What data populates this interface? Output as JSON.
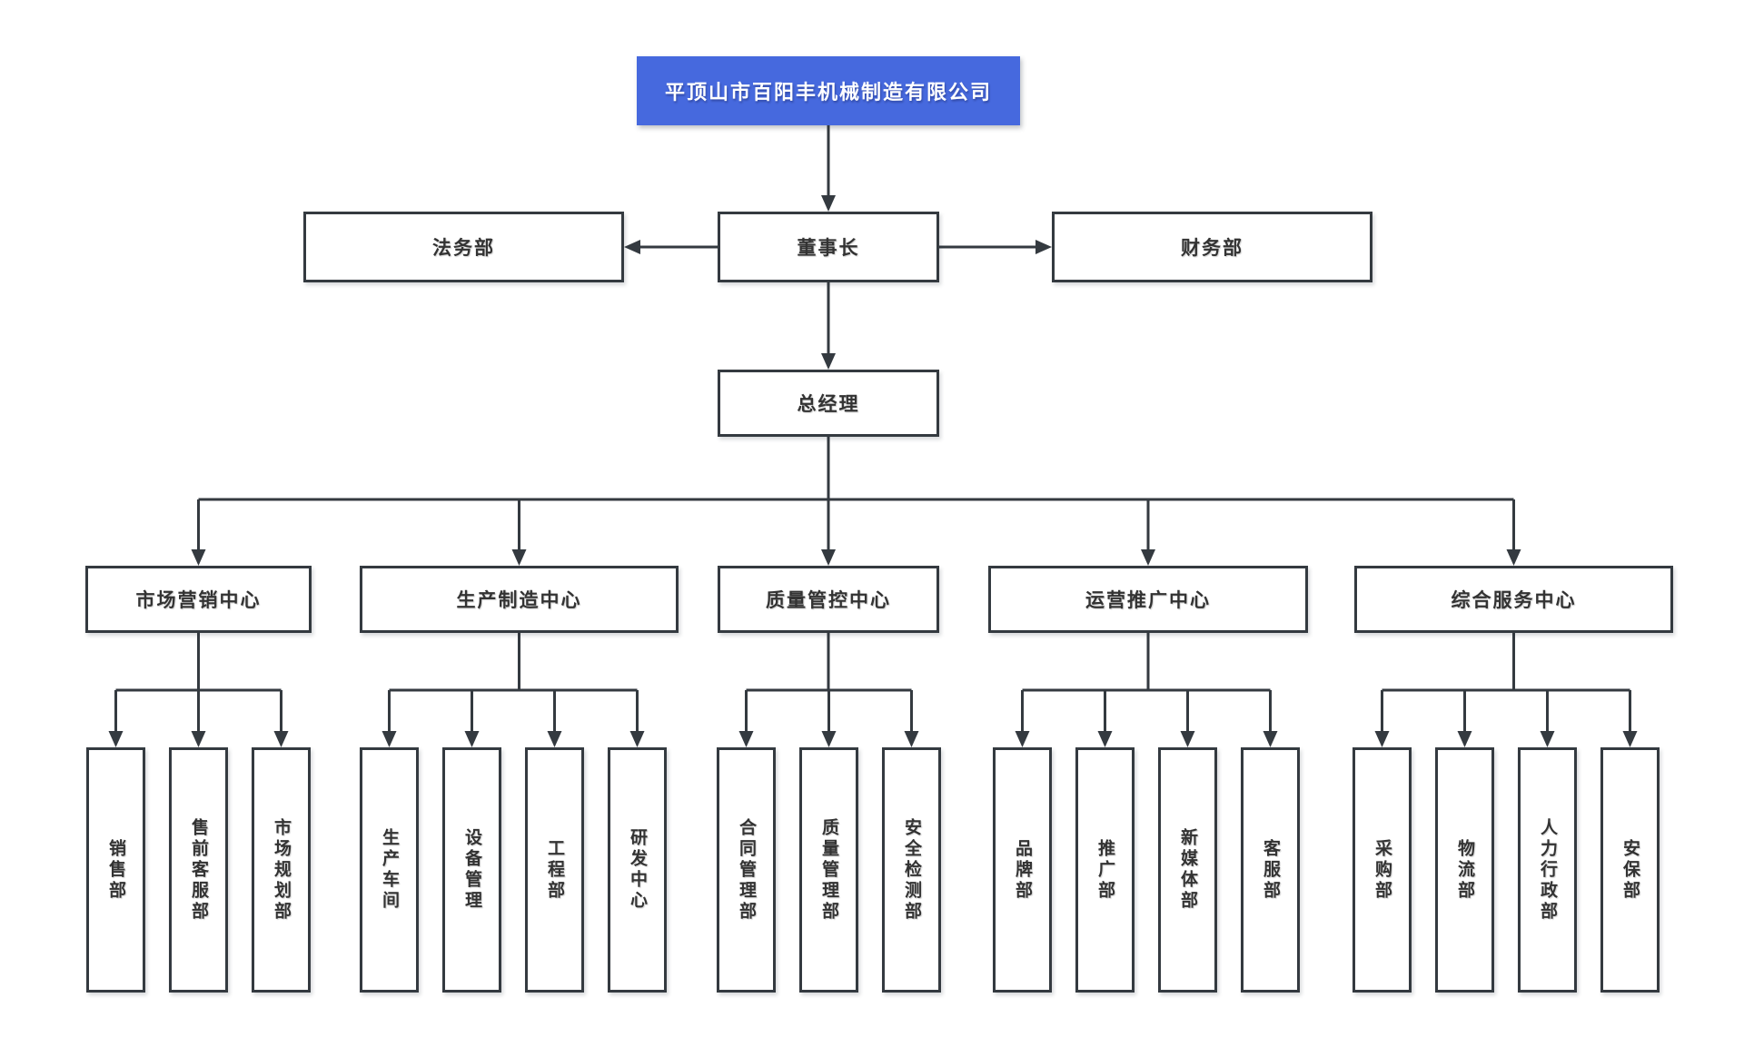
{
  "org": {
    "root_label": "平顶山市百阳丰机械制造有限公司",
    "left_staff": "法务部",
    "executive": "董事长",
    "right_staff": "财务部",
    "manager": "总经理",
    "centers": [
      {
        "label": "市场营销中心",
        "children": [
          "销售部",
          "售前客服部",
          "市场规划部"
        ]
      },
      {
        "label": "生产制造中心",
        "children": [
          "生产车间",
          "设备管理",
          "工程部",
          "研发中心"
        ]
      },
      {
        "label": "质量管控中心",
        "children": [
          "合同管理部",
          "质量管理部",
          "安全检测部"
        ]
      },
      {
        "label": "运营推广中心",
        "children": [
          "品牌部",
          "推广部",
          "新媒体部",
          "客服部"
        ]
      },
      {
        "label": "综合服务中心",
        "children": [
          "采购部",
          "物流部",
          "人力行政部",
          "安保部"
        ]
      }
    ]
  },
  "colors": {
    "root_box_bg": "#4669de",
    "root_box_text": "#ffffff",
    "node_bg": "#ffffff",
    "node_border": "#343a40",
    "node_text": "#333333",
    "connector_line": "#343a40",
    "page_bg": "#ffffff"
  }
}
